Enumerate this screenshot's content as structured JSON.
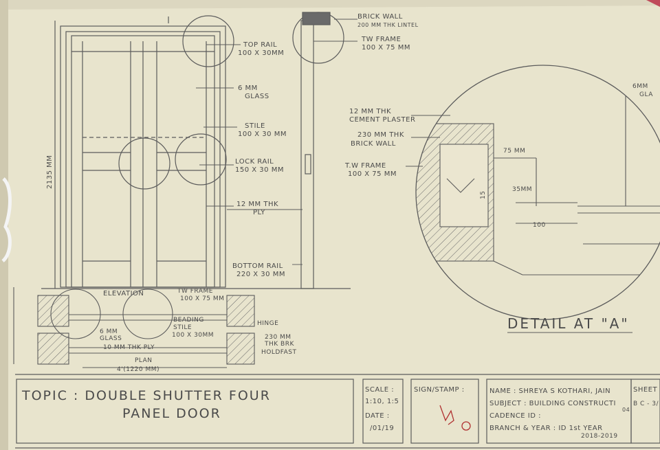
{
  "sheet": {
    "paper_color": "#ebe6d0",
    "ink_color": "#555555",
    "stamp_color": "#b03030"
  },
  "elevation_labels": {
    "top_rail": "TOP RAIL",
    "top_rail_size": "100 X 30MM",
    "glass": "6 MM",
    "glass2": "GLASS",
    "stile": "STILE",
    "stile_size": "100 X 30 MM",
    "lock_rail": "LOCK RAIL",
    "lock_rail_size": "150 X 30 MM",
    "ply": "12 MM THK",
    "ply2": "PLY",
    "bottom_rail": "BOTTOM RAIL",
    "bottom_rail_size": "220 X 30 MM",
    "height_dim": "2135 MM",
    "elevation": "ELEVATION"
  },
  "section_labels": {
    "brick_wall": "BRICK WALL",
    "lintel": "200 MM THK LINTEL",
    "tw_frame": "TW FRAME",
    "tw_frame_size": "100 X 75 MM"
  },
  "plan_labels": {
    "tw_frame": "TW FRAME",
    "tw_frame_size": "100 X 75 MM",
    "beading": "BEADING",
    "stile": "STILE",
    "stile_size": "100 X 30MM",
    "hinge": "HINGE",
    "glass": "6 MM",
    "glass2": "GLASS",
    "ply": "10 MM THK PLY",
    "brk": "230 MM",
    "brk2": "THK BRK",
    "holdfast": "HOLDFAST",
    "plan": "PLAN",
    "width": "4'(1220 MM)"
  },
  "detail_labels": {
    "plaster": "12 MM THK",
    "plaster2": "CEMENT PLASTER",
    "brick": "230 MM THK",
    "brick2": "BRICK WALL",
    "frame": "T.W FRAME",
    "frame_size": "100 X 75 MM",
    "d75": "75 MM",
    "d35": "35MM",
    "d100": "100",
    "d15": "15",
    "glass": "6MM",
    "glass2": "GLA",
    "title": "DETAIL AT \"A\""
  },
  "title_block": {
    "topic": "TOPIC : DOUBLE SHUTTER FOUR",
    "topic2": "PANEL DOOR",
    "scale_label": "SCALE :",
    "scale_value": "1:10, 1:5",
    "date_label": "DATE :",
    "date_value": "/01/19",
    "sign_label": "SIGN/STAMP :",
    "name": "NAME : SHREYA S KOTHARI, JAIN",
    "subject": "SUBJECT : BUILDING CONSTRUCTI",
    "cadence": "CADENCE ID :",
    "branch": "BRANCH & YEAR : ID 1st YEAR",
    "years": "2018-2019",
    "sheet": "SHEET",
    "sheet_no": "B C - 3/",
    "sheet_no2": "04"
  }
}
